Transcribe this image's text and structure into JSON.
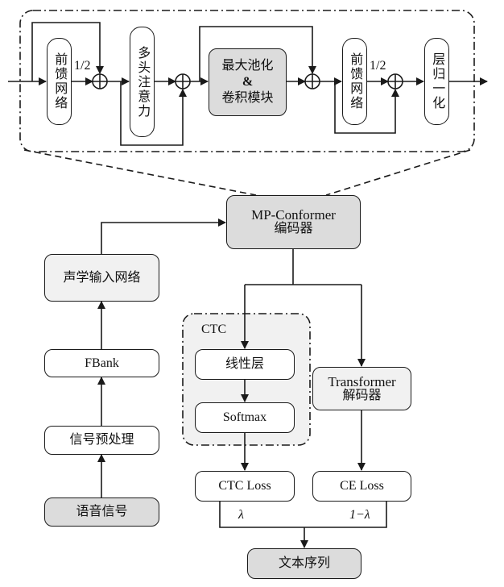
{
  "diagram": {
    "type": "architecture-flowchart",
    "encoder_detail": {
      "blocks": [
        {
          "id": "ffn1",
          "label": "前馈网络"
        },
        {
          "id": "mhsa",
          "label": "多头注意力"
        },
        {
          "id": "maxpool_conv",
          "line1": "最大池化",
          "line2": "&",
          "line3": "卷积模块"
        },
        {
          "id": "ffn2",
          "label": "前馈网络"
        },
        {
          "id": "layernorm",
          "label": "层归一化"
        }
      ],
      "half_labels": [
        "1/2",
        "1/2"
      ]
    },
    "encoder": {
      "line1": "MP-Conformer",
      "line2": "编码器"
    },
    "frontend": [
      {
        "id": "acoustic_input",
        "label": "声学输入网络"
      },
      {
        "id": "fbank",
        "label": "FBank"
      },
      {
        "id": "preprocess",
        "label": "信号预处理"
      },
      {
        "id": "speech",
        "label": "语音信号"
      }
    ],
    "ctc_group": {
      "title": "CTC",
      "linear": "线性层",
      "softmax": "Softmax"
    },
    "decoder": {
      "line1": "Transformer",
      "line2": "解码器"
    },
    "losses": {
      "ctc": "CTC Loss",
      "ce": "CE Loss"
    },
    "weights": {
      "ctc": "λ",
      "ce": "1−λ"
    },
    "output": "文本序列",
    "colors": {
      "stroke": "#1a1a1a",
      "grey_fill": "#dcdcdc",
      "light_fill": "#f1f1f1",
      "white_fill": "#ffffff"
    }
  }
}
